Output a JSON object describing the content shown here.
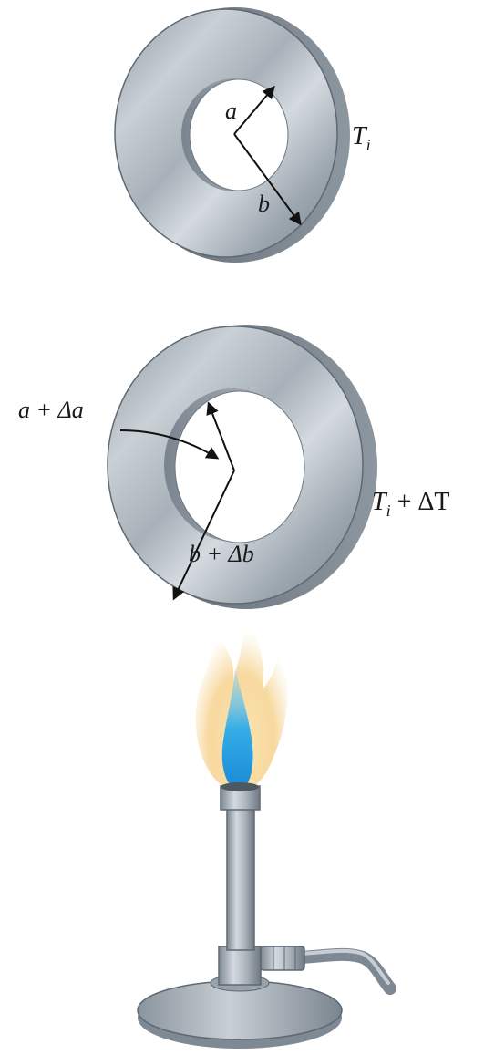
{
  "top_washer": {
    "inner_radius_label": "a",
    "outer_radius_label": "b",
    "temperature": {
      "symbol": "T",
      "subscript": "i",
      "suffix": ""
    }
  },
  "bottom_washer": {
    "inner_radius_label": "a + Δa",
    "outer_radius_label": "b + Δb",
    "temperature": {
      "symbol": "T",
      "subscript": "i",
      "suffix": " + ΔT"
    }
  },
  "colors": {
    "washer_face": "#a9b3bc",
    "washer_rim": "#6f7983",
    "flame_outer": "#f6d08a",
    "flame_inner": "#2aa6e6",
    "burner_metal": "#a4adb5",
    "arrow": "#111111"
  }
}
